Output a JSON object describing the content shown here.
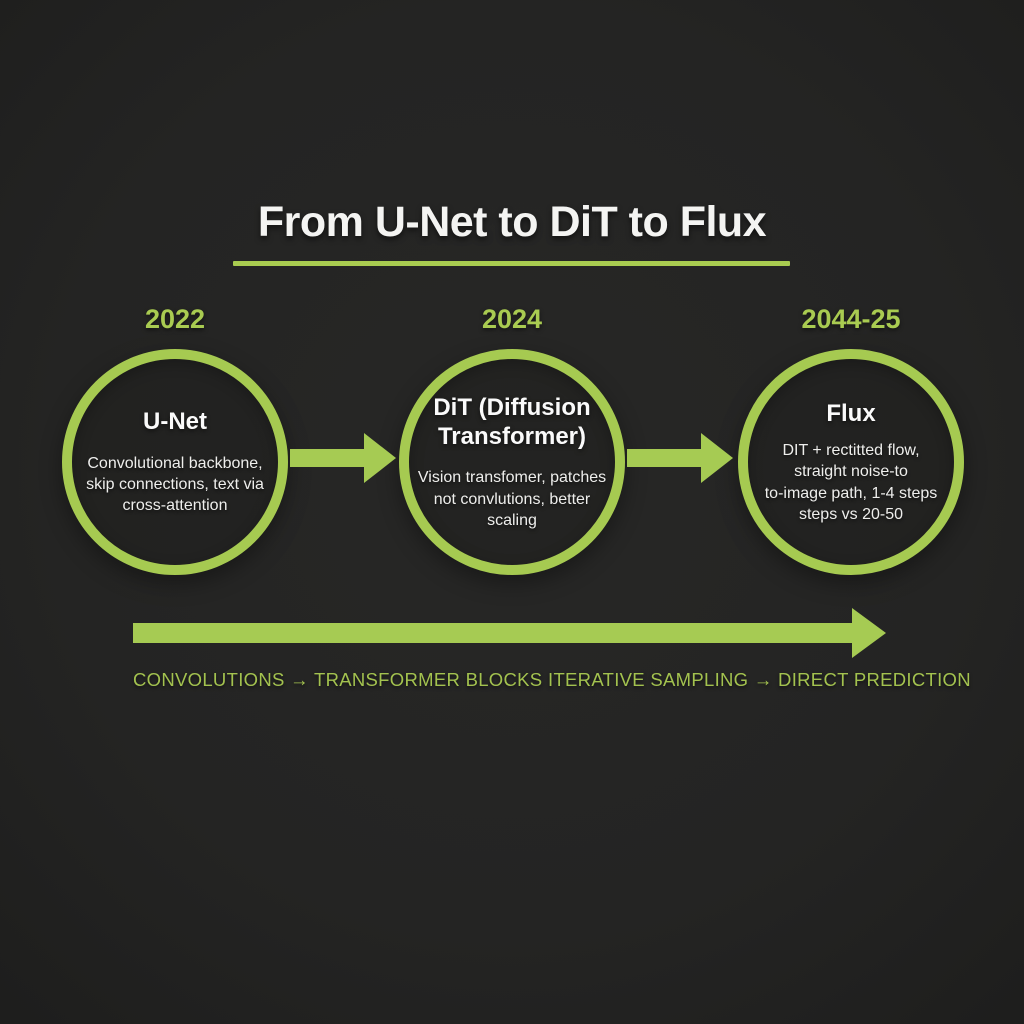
{
  "header": {
    "title": "From U-Net to DiT to Flux"
  },
  "colors": {
    "accent_green": "#a6cb52",
    "footer_green": "#a3c24f",
    "background": "#242423",
    "text_white": "#f4f4f2"
  },
  "timeline": {
    "nodes": [
      {
        "year": "2022",
        "title": "U-Net",
        "description": "Convolutional backbone,\nskip connections, text via\ncross-attention"
      },
      {
        "year": "2024",
        "title": "DiT (Diffusion\nTransformer)",
        "description": "Vision transfomer, patches\nnot convlutions, better\nscaling"
      },
      {
        "year": "2044-25",
        "title": "Flux",
        "description": "DIT + rectitted flow,\nstraight noise-to\nto-image path, 1-4 steps\nsteps vs 20-50"
      }
    ]
  },
  "footer": {
    "labels": [
      "CONVOLUTIONS → TRANSFORMER BLOCKS",
      "ITERATIVE SAMPLING → DIRECT PREDICTION"
    ]
  }
}
